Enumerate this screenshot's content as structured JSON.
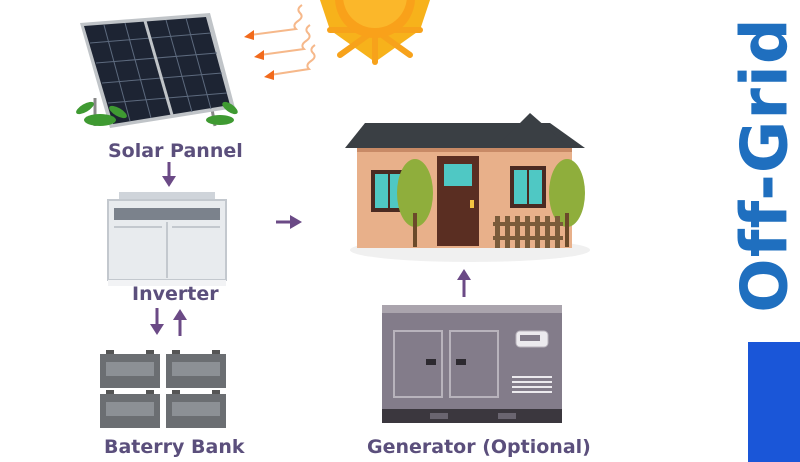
{
  "title": "Off-Grid",
  "nodes": {
    "solar_panel": "Solar Pannel",
    "inverter": "Inverter",
    "battery_bank": "Baterry Bank",
    "generator": "Generator (Optional)"
  },
  "colors": {
    "label_text": "#5b4f7c",
    "arrow": "#6b4a86",
    "title_text": "#1f6fbf",
    "title_block": "#1a56d8",
    "sun": "#f7a21b",
    "sun_rays": "#f26a1b"
  },
  "icons": [
    "sun-icon",
    "solar-panel-icon",
    "inverter-icon",
    "battery-icon",
    "house-icon",
    "generator-icon"
  ]
}
